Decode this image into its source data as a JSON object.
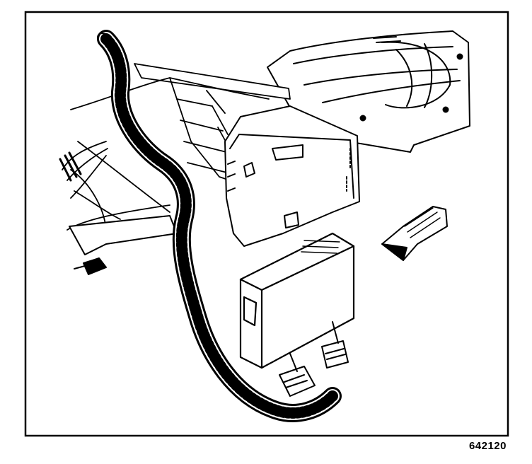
{
  "figure": {
    "reference_code": "642120",
    "depicted_items": [
      "wiring-harness",
      "module-bracket",
      "electronic-module",
      "harness-connectors",
      "view-direction-arrow"
    ]
  },
  "colors": {
    "ink": "#000000",
    "paper": "#ffffff"
  }
}
